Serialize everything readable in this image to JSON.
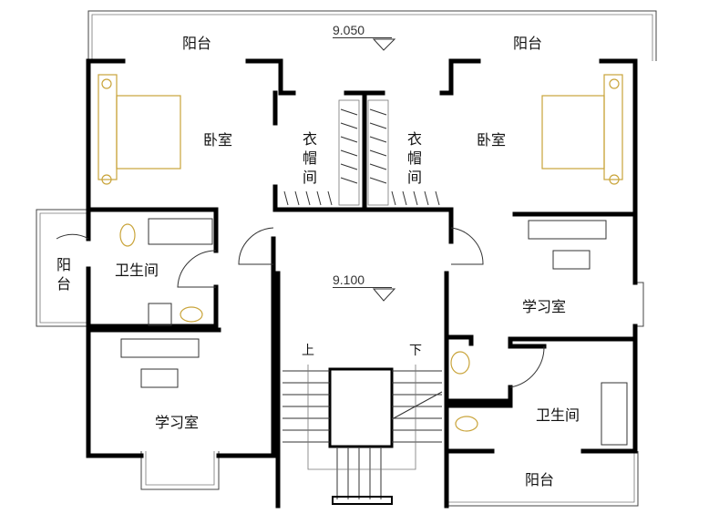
{
  "rooms": {
    "balcony_top_left": "阳台",
    "balcony_top_right": "阳台",
    "bedroom_left": "卧室",
    "bedroom_right": "卧室",
    "closet_left": "衣帽间",
    "closet_right": "衣帽间",
    "balcony_left": "阳台",
    "bathroom_left": "卫生间",
    "study_right": "学习室",
    "study_left": "学习室",
    "bathroom_right": "卫生间",
    "balcony_bottom_right": "阳台"
  },
  "elevations": {
    "roof": "9.050",
    "floor": "9.100"
  },
  "stairs": {
    "up": "上",
    "down": "下"
  },
  "colors": {
    "walls": "#000000",
    "furniture": "#c9a43a"
  }
}
